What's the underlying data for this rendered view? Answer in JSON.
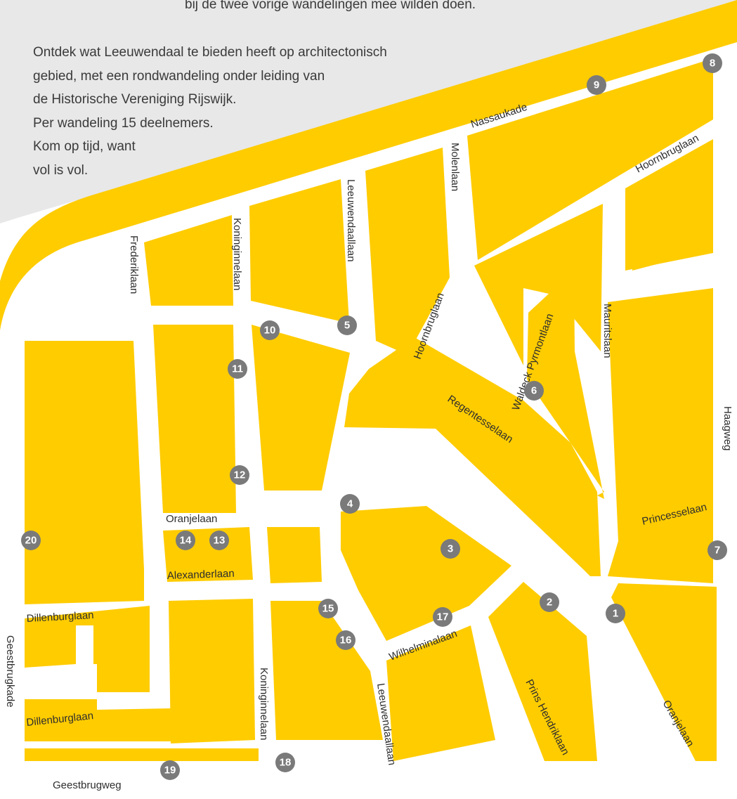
{
  "intro": {
    "top_line": "bij de twee vorige wandelingen mee wilden doen.",
    "lines": [
      "Ontdek wat Leeuwendaal te bieden heeft op architectonisch",
      "gebied, met een rondwandeling onder leiding van",
      "de Historische Vereniging Rijswijk.",
      "Per wandeling 15 deelnemers.",
      "Kom op tijd, want",
      "vol is vol."
    ]
  },
  "colors": {
    "block": "#ffcc00",
    "street": "#ffffff",
    "marker": "#7a7a7a",
    "panel": "#e8e8e8"
  },
  "streets": {
    "nassaukade": "Nassaukade",
    "molenlaan": "Molenlaan",
    "hoornbruglaan_ne": "Hoornbruglaan",
    "hoornbruglaan": "Hoornbruglaan",
    "leeuwendaallaan_n": "Leeuwendaallaan",
    "koninginnelaan_n": "Koninginnelaan",
    "frederiklaan": "Frederiklaan",
    "waldeck": "Waldeck Pyrmontlaan",
    "mauritslaan": "Mauritslaan",
    "regentesselaan": "Regentesselaan",
    "haagweg": "Haagweg",
    "princesselaan": "Princesselaan",
    "oranjelaan_w": "Oranjelaan",
    "alexanderlaan": "Alexanderlaan",
    "dillenburglaan_n": "Dillenburglaan",
    "dillenburglaan_s": "Dillenburglaan",
    "geestbrugkade": "Geestbrugkade",
    "geestbrugweg": "Geestbrugweg",
    "koninginnelaan_s": "Koninginnelaan",
    "leeuwendaallaan_s": "Leeuwendaallaan",
    "wilhelminalaan": "Wilhelminalaan",
    "prins_hendriklaan": "Prins Hendriklaan",
    "oranjelaan_se": "Oranjelaan"
  },
  "markers": [
    "1",
    "2",
    "3",
    "4",
    "5",
    "6",
    "7",
    "8",
    "9",
    "10",
    "11",
    "12",
    "13",
    "14",
    "15",
    "16",
    "17",
    "18",
    "19",
    "20"
  ]
}
